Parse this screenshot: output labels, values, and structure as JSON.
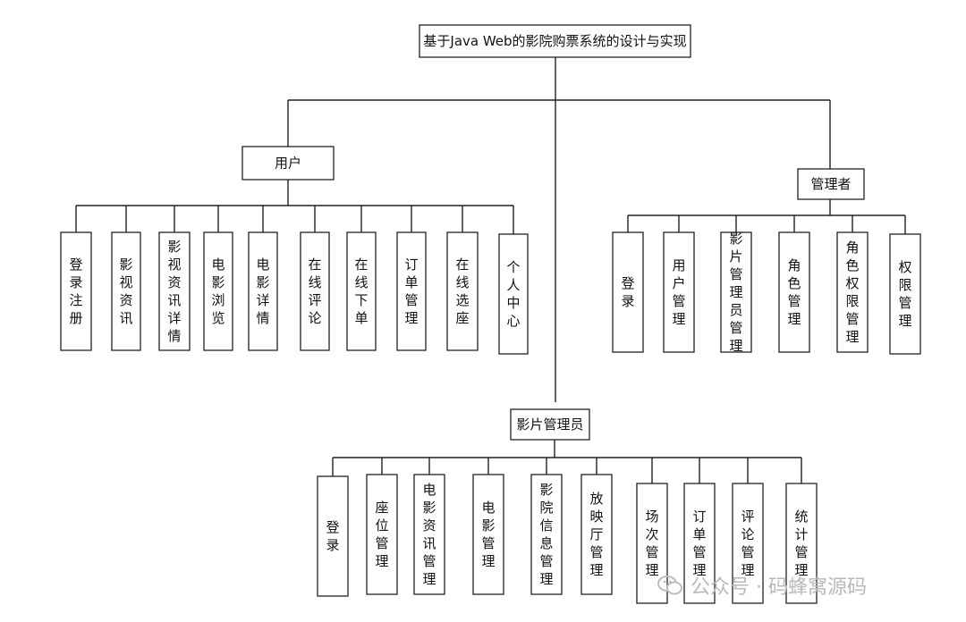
{
  "root": {
    "title": "基于Java Web的影院购票系统的设计与实现"
  },
  "groups": [
    {
      "id": "user",
      "label": "用户",
      "children": [
        "登录注册",
        "影视资讯",
        "影视资讯详情",
        "电影浏览",
        "电影详情",
        "在线评论",
        "在线下单",
        "订单管理",
        "在线选座",
        "个人中心"
      ]
    },
    {
      "id": "admin",
      "label": "管理者",
      "children": [
        "登录",
        "用户管理",
        "影片管理员管理",
        "角色管理",
        "角色权限管理",
        "权限管理"
      ]
    },
    {
      "id": "film-manager",
      "label": "影片管理员",
      "children": [
        "登录",
        "座位管理",
        "电影资讯管理",
        "电影管理",
        "影院信息管理",
        "放映厅管理",
        "场次管理",
        "订单管理",
        "评论管理",
        "统计管理"
      ]
    }
  ],
  "watermark": {
    "text": "公众号 · 码蜂窝源码",
    "icon": "wechat-icon"
  }
}
